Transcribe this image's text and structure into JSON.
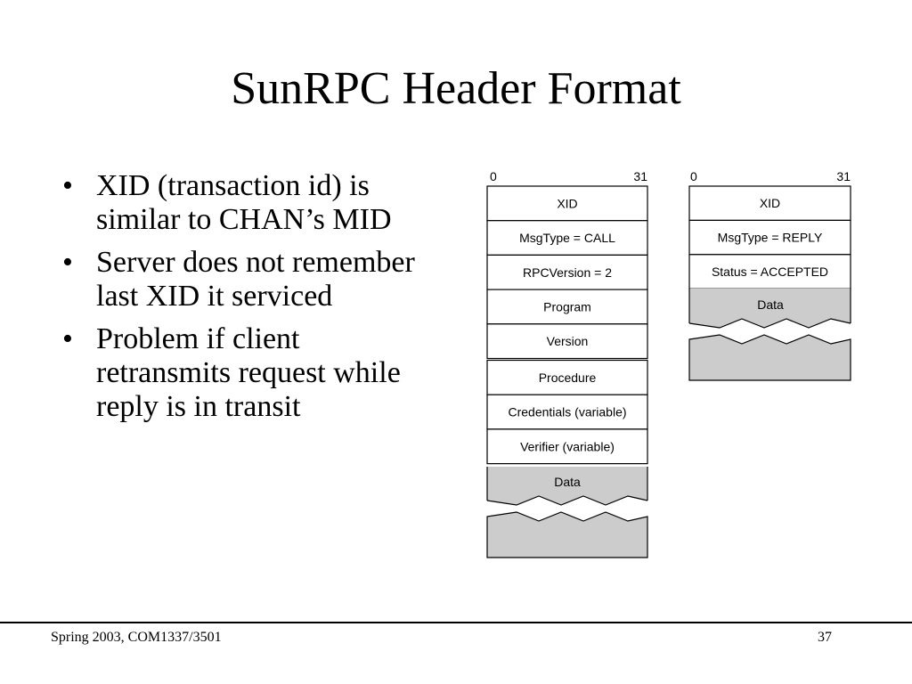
{
  "title": "SunRPC Header Format",
  "bullets": [
    {
      "lines": [
        "XID (transaction id) is",
        "similar to CHAN’s MID"
      ]
    },
    {
      "lines": [
        "Server does not remember",
        "last XID it serviced"
      ]
    },
    {
      "lines": [
        "Problem if client",
        "retransmits request while",
        "reply is in transit"
      ]
    }
  ],
  "diagram": {
    "call": {
      "bit_start": "0",
      "bit_end": "31",
      "fields": [
        "XID",
        "MsgType = CALL",
        "RPCVersion = 2",
        "Program",
        "Version",
        "Procedure",
        "Credentials (variable)",
        "Verifier (variable)"
      ],
      "data_label": "Data"
    },
    "reply": {
      "bit_start": "0",
      "bit_end": "31",
      "fields": [
        "XID",
        "MsgType = REPLY",
        "Status = ACCEPTED"
      ],
      "data_label": "Data"
    },
    "colors": {
      "box_stroke": "#000000",
      "data_fill": "#cccccc",
      "field_fill": "#ffffff"
    }
  },
  "footer": {
    "left": "Spring 2003, COM1337/3501",
    "right": "37"
  }
}
